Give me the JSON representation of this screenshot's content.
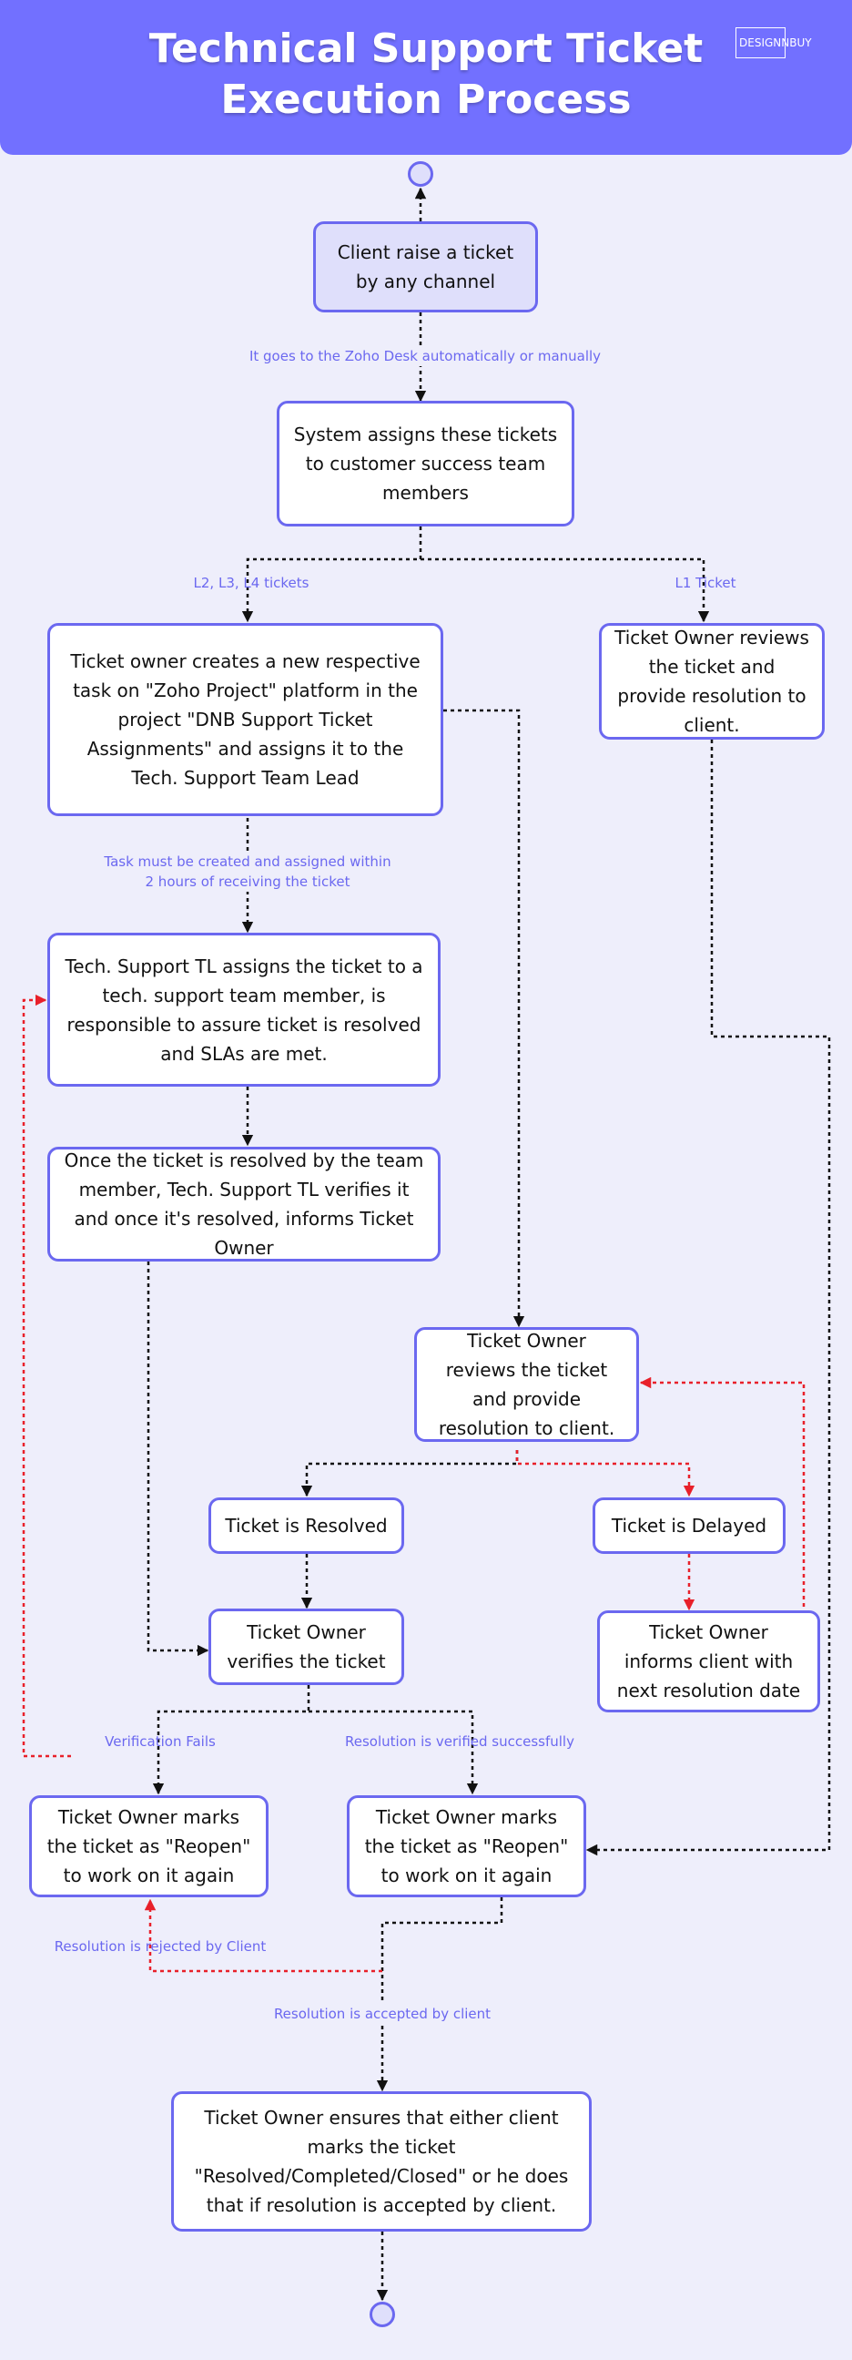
{
  "title_line1": "Technical Support Ticket",
  "title_line2": "Execution Process",
  "logo_text": "DESIGNNBUY",
  "nodes": {
    "client_raise": "Client raise a ticket by any channel",
    "system_assigns": "System assigns these tickets to customer success team members",
    "create_task": "Ticket owner creates a new respective task on \"Zoho Project\" platform in the project \"DNB Support Ticket Assignments\" and assigns it to the Tech. Support Team Lead",
    "l1_review": "Ticket Owner reviews the ticket and provide resolution to client.",
    "tl_assigns": "Tech. Support TL assigns the ticket to a tech. support team member, is responsible to assure ticket is resolved and SLAs are met.",
    "tl_verifies": "Once the ticket is resolved by the team member, Tech. Support TL verifies it and once it's resolved, informs Ticket Owner",
    "owner_review": "Ticket Owner reviews the ticket and provide resolution to client.",
    "resolved": "Ticket is Resolved",
    "delayed": "Ticket is Delayed",
    "owner_verifies": "Ticket Owner verifies the ticket",
    "inform_client": "Ticket Owner informs client with next resolution date",
    "reopen_left": "Ticket Owner marks the ticket as \"Reopen\" to work on it again",
    "reopen_right": "Ticket Owner marks the ticket as \"Reopen\" to work on it again",
    "final": "Ticket Owner ensures that either client marks the ticket \"Resolved/Completed/Closed\" or he does that if resolution is accepted by client."
  },
  "labels": {
    "zoho_desk": "It goes to the Zoho Desk automatically or manually",
    "l2_l4": "L2, L3, L4 tickets",
    "l1": "L1 Ticket",
    "task_deadline_1": "Task must be created and assigned within",
    "task_deadline_2": "2 hours of receiving the ticket",
    "verification_fails": "Verification Fails",
    "verified_ok": "Resolution is verified successfully",
    "rejected": "Resolution is rejected by Client",
    "accepted": "Resolution is accepted by client"
  },
  "colors": {
    "header": "#7270ff",
    "background": "#eeeefb",
    "node_border": "#6b68f0",
    "label": "#6b68f0",
    "flow_arrow": "#111111",
    "return_arrow": "#e8202a"
  }
}
